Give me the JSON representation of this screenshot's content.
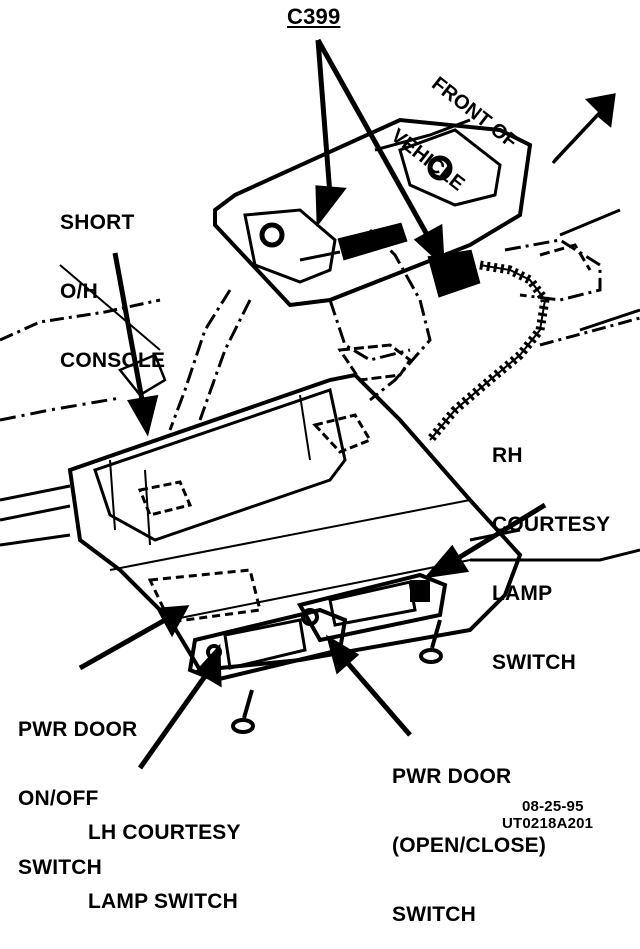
{
  "labels": {
    "connector": "C399",
    "front_of_vehicle": [
      "FRONT OF",
      "VEHICLE"
    ],
    "short_console": [
      "SHORT",
      "O/H",
      "CONSOLE"
    ],
    "rh_courtesy": [
      "RH",
      "COURTESY",
      "LAMP",
      "SWITCH"
    ],
    "pwr_door_onoff": [
      "PWR DOOR",
      "ON/OFF",
      "SWITCH"
    ],
    "pwr_door_openclose": [
      "PWR DOOR",
      "(OPEN/CLOSE)",
      "SWITCH"
    ],
    "lh_courtesy": [
      "LH COURTESY",
      "LAMP SWITCH"
    ]
  },
  "footer": {
    "date": "08-25-95",
    "code": "UT0218A201"
  },
  "colors": {
    "ink": "#000000",
    "paper": "#ffffff"
  }
}
